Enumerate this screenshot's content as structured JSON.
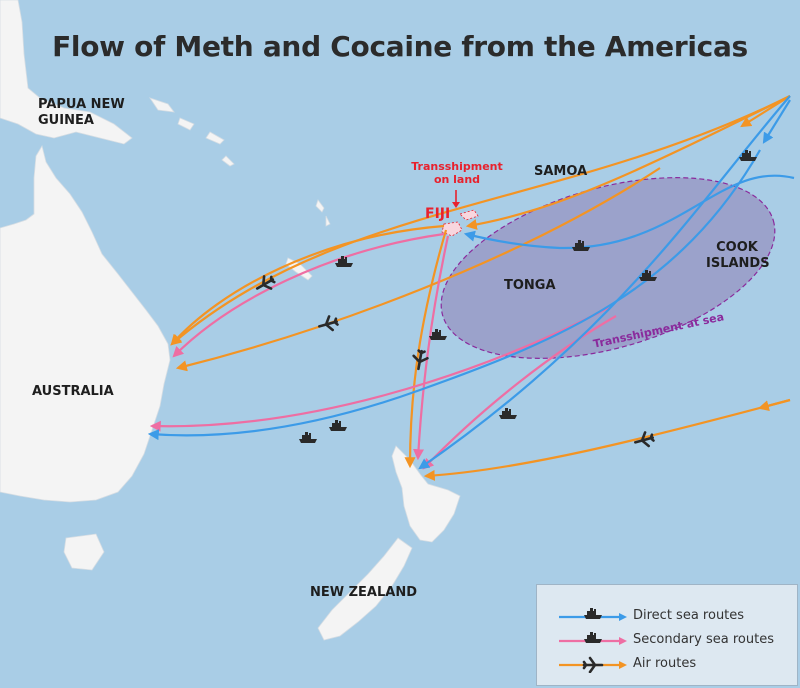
{
  "title": "Flow of Meth and Cocaine from the Americas",
  "places": {
    "png": "PAPUA NEW GUINEA",
    "samoa": "SAMOA",
    "fiji": "FIJI",
    "tonga": "TONGA",
    "cook": "COOK ISLANDS",
    "australia": "AUSTRALIA",
    "nz": "NEW ZEALAND"
  },
  "annotations": {
    "transshipment_land": "Transshipment on land",
    "transshipment_sea": "Transshipment  at sea"
  },
  "legend": [
    {
      "label": "Direct sea routes",
      "color": "#3c9be8",
      "icon": "ship-icon"
    },
    {
      "label": "Secondary sea routes",
      "color": "#ee6ea3",
      "icon": "ship-icon"
    },
    {
      "label": "Air routes",
      "color": "#f39424",
      "icon": "plane-icon"
    }
  ],
  "colors": {
    "ocean": "#a9cde6",
    "land": "#f4f4f4",
    "direct_sea": "#3c9be8",
    "secondary_sea": "#ee6ea3",
    "air": "#f39424",
    "transshipment_zone": "#8f7fb5",
    "transshipment_label": "#8a2a9c",
    "fiji_label": "#e8212d"
  }
}
